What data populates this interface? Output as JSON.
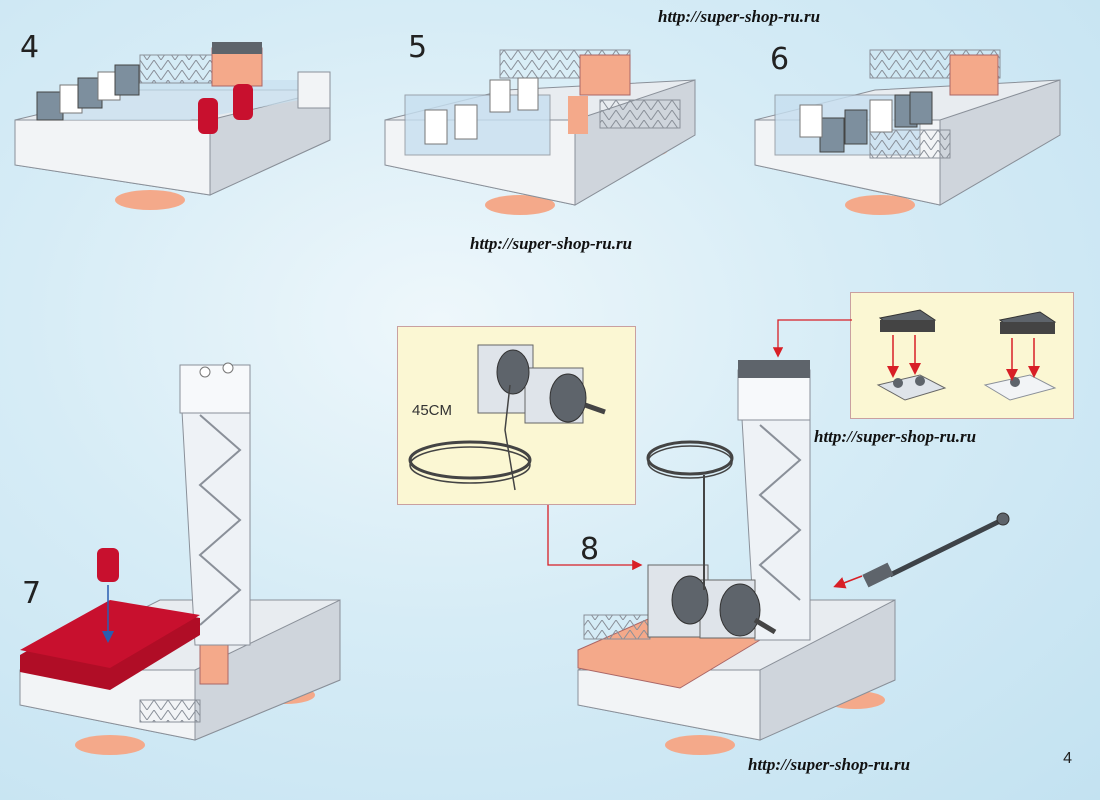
{
  "steps": [
    "4",
    "5",
    "6",
    "7",
    "8"
  ],
  "urls": {
    "top": "http://super-shop-ru.ru",
    "middle": "http://super-shop-ru.ru",
    "inset_right": "http://super-shop-ru.ru",
    "bottom": "http://super-shop-ru.ru"
  },
  "wire_length": "45CM",
  "page_number": "4",
  "colors": {
    "base_gray": "#dfe4ea",
    "light_blue_brick": "#c7dff0",
    "red_plate": "#c8102e",
    "salmon": "#f4a98a",
    "dark_gray": "#5e646b",
    "inset_bg": "#fbf7d3",
    "arrow_red": "#d81f26"
  }
}
